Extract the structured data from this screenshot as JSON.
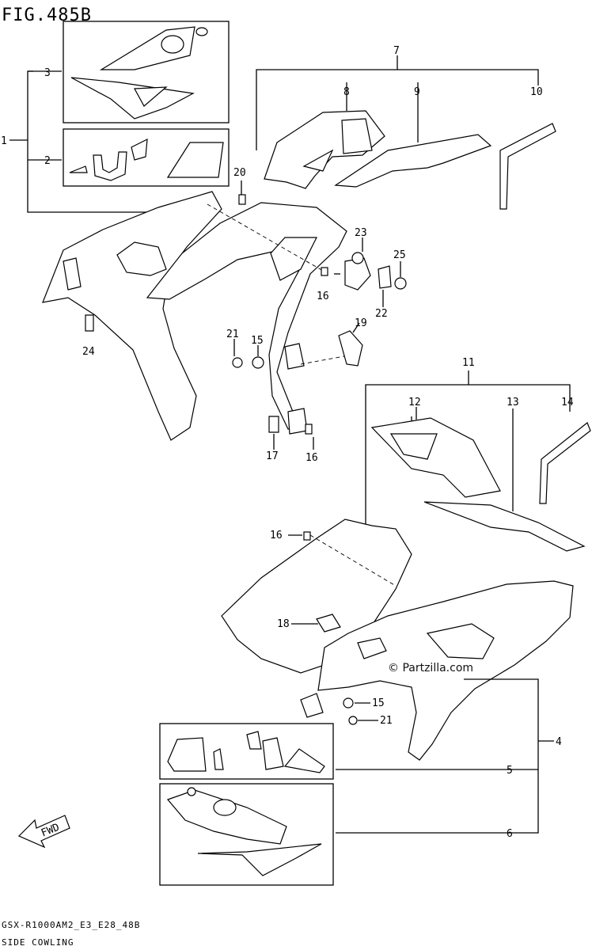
{
  "figure_title": "FIG.485B",
  "watermark": "© Partzilla.com",
  "footer": {
    "model_code": "GSX-R1000AM2_E3_E28_48B",
    "section_name": "SIDE COWLING"
  },
  "fwd_label": "FWD",
  "callouts": [
    "1",
    "2",
    "3",
    "7",
    "8",
    "9",
    "10",
    "20",
    "23",
    "25",
    "16",
    "22",
    "19",
    "21",
    "15",
    "24",
    "17",
    "16",
    "11",
    "12",
    "13",
    "14",
    "16",
    "18",
    "15",
    "21",
    "4",
    "5",
    "6"
  ]
}
